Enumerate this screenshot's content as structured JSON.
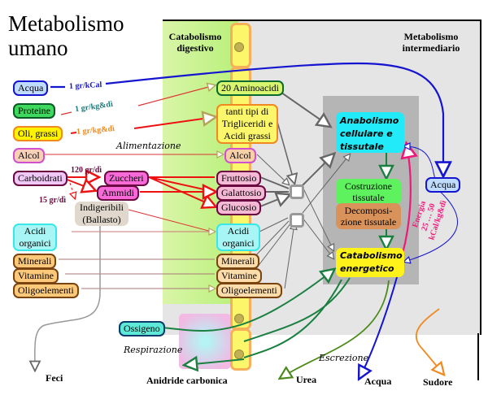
{
  "title": {
    "line1": "Metabolismo",
    "line2": "umano"
  },
  "sections": {
    "catabolismo_digestivo": "Catabolismo digestivo",
    "metabolismo_intermediario": "Metabolismo intermediario"
  },
  "inputs": {
    "acqua": "Acqua",
    "proteine": "Proteine",
    "oli_grassi": "Oli, grassi",
    "alcol": "Alcol",
    "carboidrati": "Carboidrati",
    "zuccheri": "Zuccheri",
    "ammidi": "Ammidi",
    "indigeribili": "Indigeribili (Ballasto)",
    "acidi_organici": "Acidi organici",
    "minerali": "Minerali",
    "vitamine": "Vitamine",
    "oligoelementi": "Oligoelementi",
    "ossigeno": "Ossigeno"
  },
  "rates": {
    "acqua": "1 gr/kCal",
    "proteine": "1 gr/kg&dì",
    "oli": "1 gr/kg&dì",
    "carbo_zuccheri": "120 gr/dì",
    "carbo_indigeribili": "15 gr/dì"
  },
  "digested": {
    "aminoacidi": "20 Aminoacidi",
    "trigliceridi": "tanti tipi di Trigliceridi e Acidi grassi",
    "alcol": "Alcol",
    "fruttosio": "Fruttosio",
    "galattosio": "Galattosio",
    "glucosio": "Glucosio",
    "acidi_organici": "Acidi organici",
    "minerali": "Minerali",
    "vitamine": "Vitamine",
    "oligoelementi": "Oligoelementi"
  },
  "intermediate": {
    "anabolismo": "Anabolismo cellulare e tissutale",
    "costruzione": "Costruzione tissutale",
    "decomposizione": "Decomposi- zione tissutale",
    "catabolismo": "Catabolismo energetico",
    "acqua": "Acqua",
    "energia": "Energia",
    "energia_range": "25 … 50",
    "energia_unit": "kCal/kg&dì"
  },
  "process_labels": {
    "alimentazione": "Alimentazione",
    "respirazione": "Respirazione",
    "escrezione": "Escrezione"
  },
  "outputs": {
    "feci": "Feci",
    "anidride": "Anidride carbonica",
    "urea": "Urea",
    "acqua": "Acqua",
    "sudore": "Sudore"
  }
}
